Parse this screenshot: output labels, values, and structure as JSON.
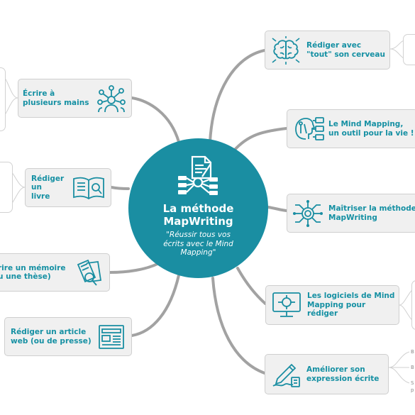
{
  "center": {
    "title_line1": "La méthode",
    "title_line2": "MapWriting",
    "subtitle_line1": "\"Réussir tous vos",
    "subtitle_line2": "écrits avec le Mind",
    "subtitle_line3": "Mapping\""
  },
  "right_nodes": [
    {
      "line1": "Rédiger avec",
      "line2": "\"tout\" son cerveau",
      "icon": "brain-icon"
    },
    {
      "line1": "Le Mind Mapping,",
      "line2": "un outil pour la vie !",
      "icon": "tools-head-icon"
    },
    {
      "line1": "Maîtriser la méthode",
      "line2": "MapWriting",
      "icon": "network-hub-icon"
    },
    {
      "line1": "Les logiciels de Mind",
      "line2": "Mapping pour",
      "line3": "rédiger",
      "icon": "monitor-brain-icon"
    },
    {
      "line1": "Améliorer son",
      "line2": "expression écrite",
      "icon": "pen-writing-icon"
    }
  ],
  "left_nodes": [
    {
      "line1": "Écrire à",
      "line2": "plusieurs mains",
      "icon": "team-network-icon"
    },
    {
      "line1": "Rédiger",
      "line2": "un",
      "line3": "livre",
      "icon": "open-book-icon"
    },
    {
      "line1": "rire un mémoire",
      "line2": "u une thèse)",
      "icon": "documents-magnifier-icon"
    },
    {
      "line1": "Rédiger un article",
      "line2": "web (ou de presse)",
      "icon": "newspaper-icon"
    }
  ],
  "edge_fragments": [
    "B",
    "B",
    "S",
    "p"
  ],
  "colors": {
    "accent": "#1a8ea2",
    "node_bg": "#f0f0f0",
    "link": "#9e9e9e",
    "text": "#1590a3"
  }
}
